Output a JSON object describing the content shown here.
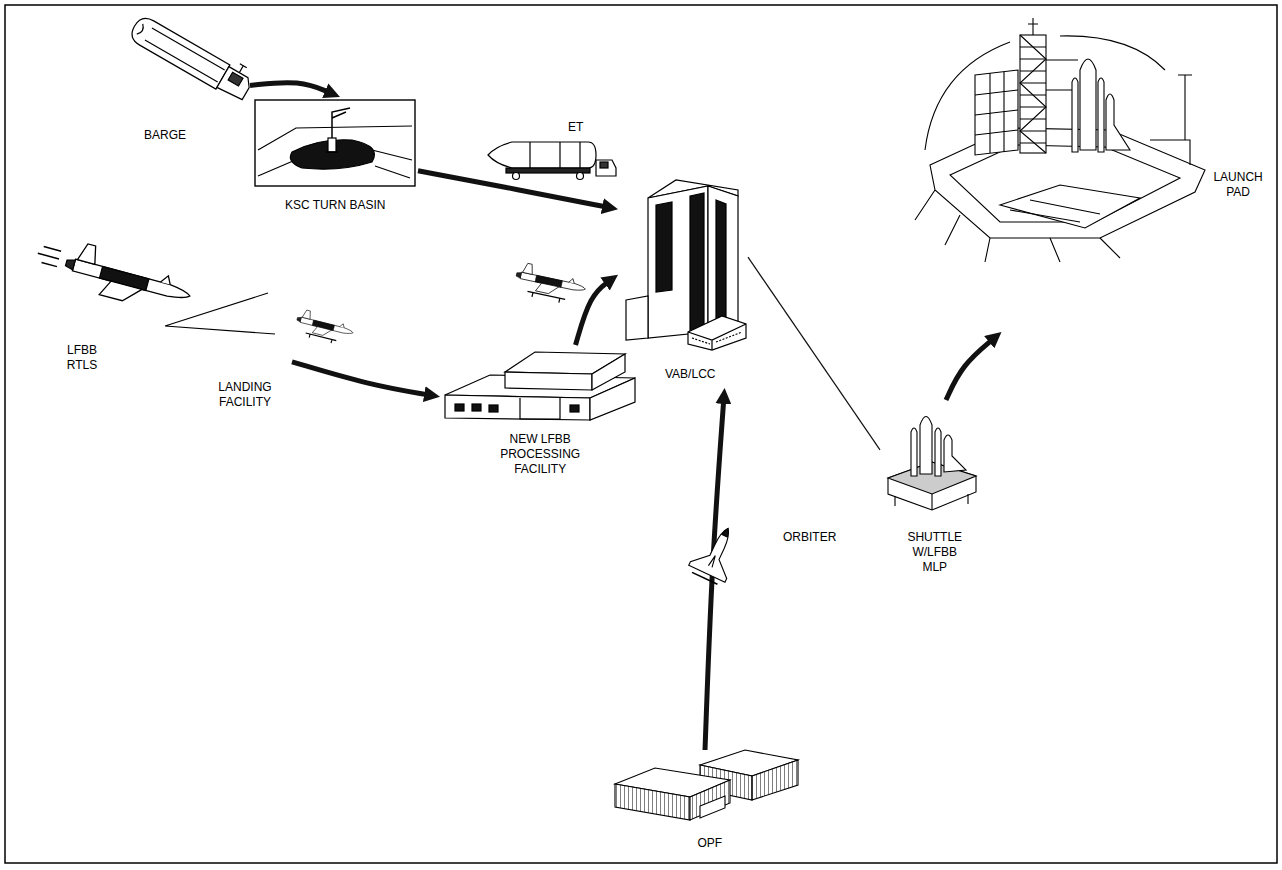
{
  "diagram": {
    "nodes": [
      {
        "text": [
          "BARGE"
        ]
      },
      {
        "text": [
          "KSC TURN BASIN"
        ]
      },
      {
        "text": [
          "VAB/LCC"
        ]
      },
      {
        "text": [
          "LAUNCH PAD"
        ]
      },
      {
        "text": [
          "LFBB RTLS"
        ]
      },
      {
        "text": [
          "LANDING FACILITY"
        ]
      },
      {
        "text": [
          "NEW LFBB PROCESSING FACILITY"
        ]
      },
      {
        "text": [
          "SHUTTLE W/LFBB MLP"
        ]
      },
      {
        "text": [
          "OPF"
        ]
      }
    ],
    "edges": [
      {
        "from": 0,
        "to": 1,
        "arrow": "to"
      },
      {
        "from": 1,
        "to": 2,
        "label": "ET",
        "arrow": "to"
      },
      {
        "from": 5,
        "to": 6,
        "arrow": "to"
      },
      {
        "from": 6,
        "to": 2,
        "arrow": "to"
      },
      {
        "from": 8,
        "to": 2,
        "label": "ORBITER",
        "arrow": "to"
      },
      {
        "from": 2,
        "to": 7,
        "arrow": "none"
      },
      {
        "from": 7,
        "to": 3,
        "arrow": "to"
      }
    ]
  }
}
